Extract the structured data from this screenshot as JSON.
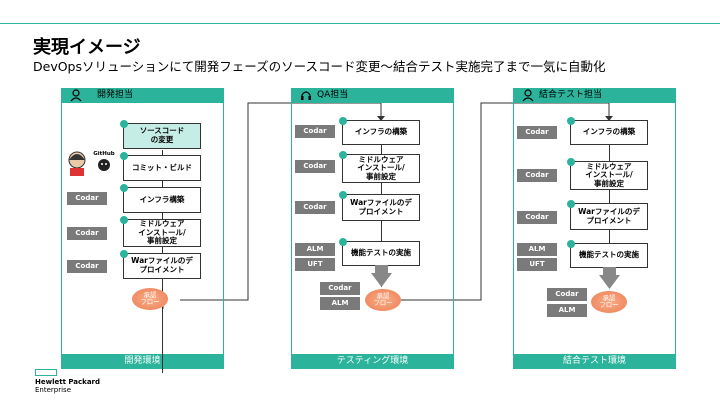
{
  "title": "実現イメージ",
  "subtitle": "DevOpsソリューションにて開発フェーズのソースコード変更～結合テスト実施完了まで一気に自動化",
  "github_label": "GitHub",
  "logo": {
    "line1": "Hewlett Packard",
    "line2": "Enterprise"
  },
  "colors": {
    "accent": "#2bb39b",
    "tag": "#7a7a7a",
    "flow": "#ee7e53",
    "node_highlight": "#c6ede5"
  },
  "panels": [
    {
      "header": "開発担当",
      "footer": "開発環境",
      "icon": "person-icon",
      "nodes": [
        "ソースコード\nの変更",
        "コミット・ビルド",
        "インフラ構築",
        "ミドルウェア\nインストール/\n事前設定",
        "Warファイルのデ\nプロイメント"
      ],
      "tags": [
        "Codar",
        "Codar",
        "Codar"
      ],
      "flow": "承認\nフロー"
    },
    {
      "header": "QA担当",
      "footer": "テスティング環境",
      "icon": "headset-icon",
      "nodes": [
        "インフラの構築",
        "ミドルウェア\nインストール/\n事前設定",
        "Warファイルのデ\nプロイメント",
        "機能テストの実施"
      ],
      "tags": [
        "Codar",
        "Codar",
        "Codar",
        "ALM",
        "UFT",
        "Codar",
        "ALM"
      ],
      "flow": "承認\nフロー"
    },
    {
      "header": "結合テスト担当",
      "footer": "結合テスト環境",
      "icon": "person-icon",
      "nodes": [
        "インフラの構築",
        "ミドルウェア\nインストール/\n事前設定",
        "Warファイルのデ\nプロイメント",
        "機能テストの実施"
      ],
      "tags": [
        "Codar",
        "Codar",
        "Codar",
        "ALM",
        "UFT",
        "Codar",
        "ALM"
      ],
      "flow": "承認\nフロー"
    }
  ]
}
